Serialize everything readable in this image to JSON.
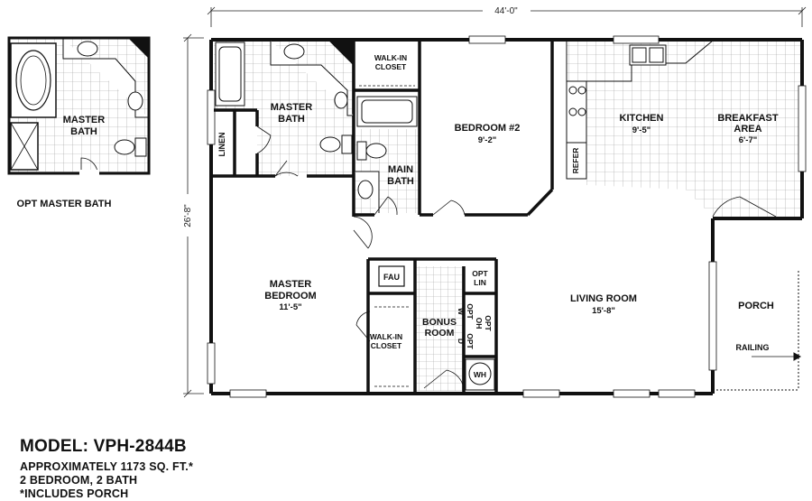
{
  "dimensions": {
    "width": "44'-0\"",
    "depth": "26'-8\""
  },
  "rooms": {
    "opt_master_bath_room": [
      "MASTER",
      "BATH"
    ],
    "opt_master_bath_caption": "OPT MASTER BATH",
    "master_bath": [
      "MASTER",
      "BATH"
    ],
    "linen": "LINEN",
    "walkin_closet_top": [
      "WALK-IN",
      "CLOSET"
    ],
    "main_bath": [
      "MAIN",
      "BATH"
    ],
    "bedroom2": {
      "name": "BEDROOM #2",
      "size": "9'-2\""
    },
    "kitchen": {
      "name": "KITCHEN",
      "size": "9'-5\""
    },
    "breakfast": {
      "name": [
        "BREAKFAST",
        "AREA"
      ],
      "size": "6'-7\""
    },
    "refer": "REFER",
    "master_bedroom": {
      "name": [
        "MASTER",
        "BEDROOM"
      ],
      "size": "11'-5\""
    },
    "fau": "FAU",
    "opt_lin": [
      "OPT",
      "LIN"
    ],
    "opt_w": [
      "OPT",
      "W"
    ],
    "opt_oh": [
      "OPT",
      "OH"
    ],
    "opt_d": [
      "OPT",
      "D"
    ],
    "bonus_room": [
      "BONUS",
      "ROOM"
    ],
    "walkin_closet_bottom": [
      "WALK-IN",
      "CLOSET"
    ],
    "wh": "WH",
    "living_room": {
      "name": "LIVING ROOM",
      "size": "15'-8\""
    },
    "porch": "PORCH",
    "railing": "RAILING"
  },
  "model": {
    "title": "MODEL: VPH-2844B",
    "lines": [
      "APPROXIMATELY 1173 SQ. FT.*",
      "2 BEDROOM, 2 BATH",
      "*INCLUDES PORCH"
    ]
  }
}
